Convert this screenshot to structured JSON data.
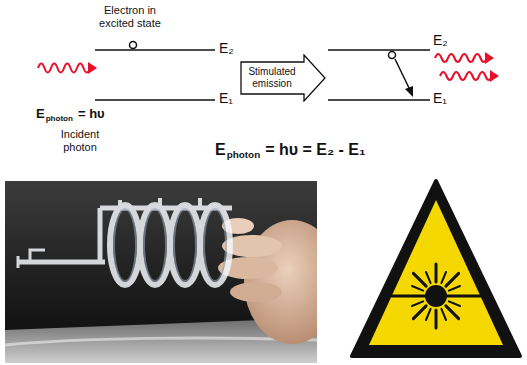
{
  "diagram": {
    "nodes": [
      {
        "text": [
          "Stimulated emission"
        ]
      }
    ],
    "labels": [
      "Electron in excited state",
      "E₂",
      "E₁",
      "E",
      "photon",
      "= hυ",
      "Incident photon",
      "E₂",
      "E₁",
      "E",
      "photon",
      "= hυ = E₂ - E₁"
    ]
  }
}
